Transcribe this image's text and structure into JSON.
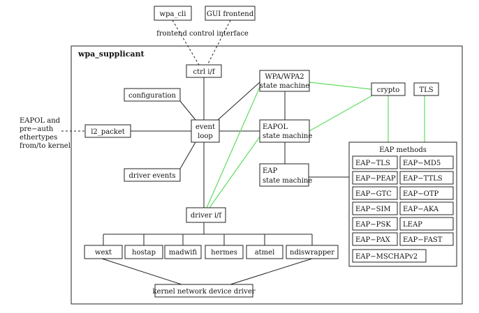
{
  "diagram": {
    "title": "wpa_supplicant",
    "frontend_label": "frontend control interface",
    "eapol_note": [
      "EAPOL and",
      "pre−auth",
      "ethertypes",
      "from/to kernel"
    ],
    "nodes": {
      "wpa_cli": "wpa_cli",
      "gui_frontend": "GUI frontend",
      "ctrl_if": "ctrl i/f",
      "configuration": "configuration",
      "event_loop": [
        "event",
        "loop"
      ],
      "l2_packet": "l2_packet",
      "driver_events": "driver events",
      "wpa_sm": [
        "WPA/WPA2",
        "state machine"
      ],
      "eapol_sm": [
        "EAPOL",
        "state machine"
      ],
      "eap_sm": [
        "EAP",
        "state machine"
      ],
      "crypto": "crypto",
      "tls": "TLS",
      "driver_if": "driver i/f",
      "kernel_driver": "kernel network device driver"
    },
    "eap_methods": {
      "title": "EAP methods",
      "items": [
        "EAP−TLS",
        "EAP−MD5",
        "EAP−PEAP",
        "EAP−TTLS",
        "EAP−GTC",
        "EAP−OTP",
        "EAP−SIM",
        "EAP−AKA",
        "EAP−PSK",
        "LEAP",
        "EAP−PAX",
        "EAP−FAST"
      ],
      "last": "EAP−MSCHAPv2"
    },
    "drivers": [
      "wext",
      "hostap",
      "madwifi",
      "hermes",
      "atmel",
      "ndiswrapper"
    ],
    "colors": {
      "lines": "#222222",
      "green_links": "#5fdc5f"
    }
  }
}
